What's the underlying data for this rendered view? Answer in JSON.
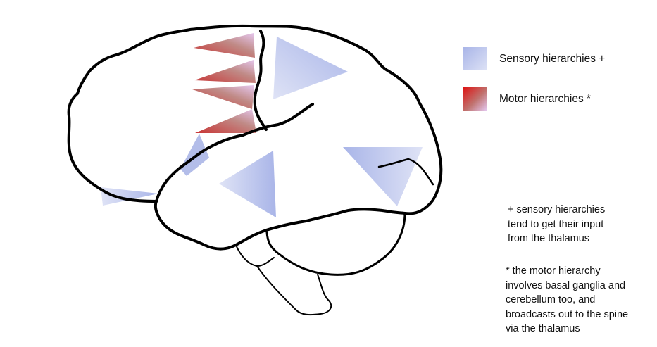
{
  "legend": {
    "sensory": {
      "label": "Sensory hierarchies +",
      "color_from": "#a9b5e8",
      "color_to": "#dce1f5"
    },
    "motor": {
      "label": "Motor hierarchies *",
      "color_from": "#dd1414",
      "color_to": "#e3c6ee"
    }
  },
  "notes": {
    "sensory": {
      "lines": [
        "+ sensory hierarchies",
        "tend to get their input",
        "from the thalamus"
      ]
    },
    "motor": {
      "lines": [
        "* the motor hierarchy",
        "involves basal ganglia and",
        "cerebellum too, and",
        "broadcasts out to the spine",
        "via the thalamus"
      ]
    }
  },
  "diagram": {
    "subject": "brain-lateral-view",
    "motor_triangle_count": 4,
    "sensory_triangle_count": 5
  }
}
